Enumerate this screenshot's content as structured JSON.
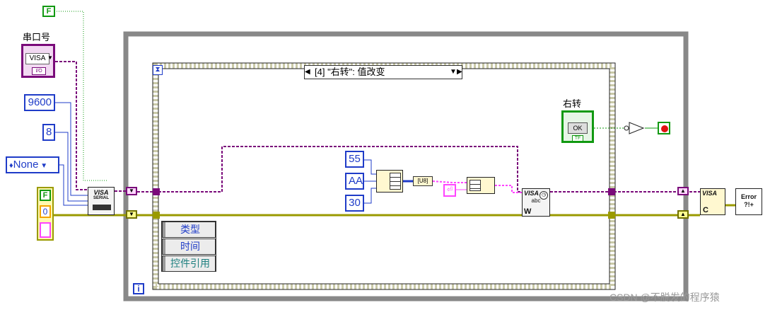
{
  "constants": {
    "bool_false_top": "F",
    "serial_port_label": "串口号",
    "visa_resource": "VISA",
    "visa_io": "I/O",
    "baud": "9600",
    "data_bits": "8",
    "parity": "None",
    "error_cluster_status": "F",
    "error_cluster_code": "0",
    "hex_55": "55",
    "hex_aa": "AA",
    "hex_30": "30"
  },
  "vis": {
    "visa_serial_title": "VISA",
    "visa_serial_sub": "SERIAL",
    "visa_write_title": "VISA",
    "visa_write_sub": "abc",
    "visa_write_w": "W",
    "visa_close_title": "VISA",
    "visa_close_sub": "C",
    "error_handler": "Error ?!+"
  },
  "event_structure": {
    "selector": "[4] \"右转\": 值改变",
    "event_data_nodes": [
      "类型",
      "时间",
      "控件引用"
    ],
    "control_label": "右转",
    "button_text": "OK",
    "button_tf": "TF",
    "loop_iteration": "i",
    "u8_label": "[U8]"
  },
  "watermark": "CSDN @不脱发的程序猿",
  "colors": {
    "visa_wire": "#7a0a7a",
    "error_wire": "#9a9a00",
    "numeric_wire": "#1f3cc8",
    "bool_wire": "#119911",
    "loop_frame": "#888888",
    "pink_wire": "#ff44ff"
  }
}
